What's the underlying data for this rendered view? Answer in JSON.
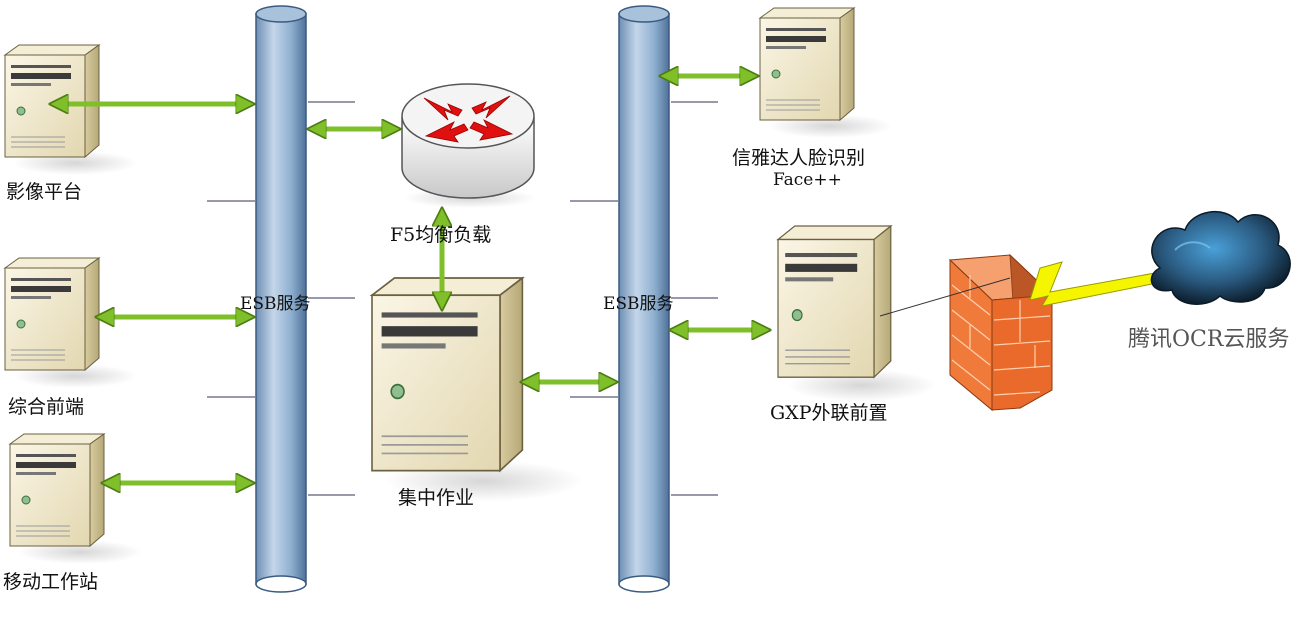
{
  "nodes": {
    "image_platform": "影像平台",
    "integrated_frontend": "综合前端",
    "mobile_workstation": "移动工作站",
    "f5_load_balancer": "F5均衡负载",
    "centralized_ops": "集中作业",
    "face_recognition": "信雅达人脸识别",
    "face_recognition_sub": "Face++",
    "gxp_gateway": "GXP外联前置",
    "tencent_ocr": "腾讯OCR云服务"
  },
  "buses": {
    "left": "ESB服务",
    "right": "ESB服务"
  },
  "colors": {
    "pipe": "#8fb0d0",
    "pipe_dark": "#4a6f96",
    "arrow": "#7fbf2a",
    "arrow_dark": "#4d7d12",
    "server_body": "#f1ead2",
    "server_side": "#cbbf93",
    "firewall": "#f07a3a",
    "lightning": "#f5f500",
    "cloud": "#2a4a6a",
    "router_arrow": "#e01010"
  }
}
